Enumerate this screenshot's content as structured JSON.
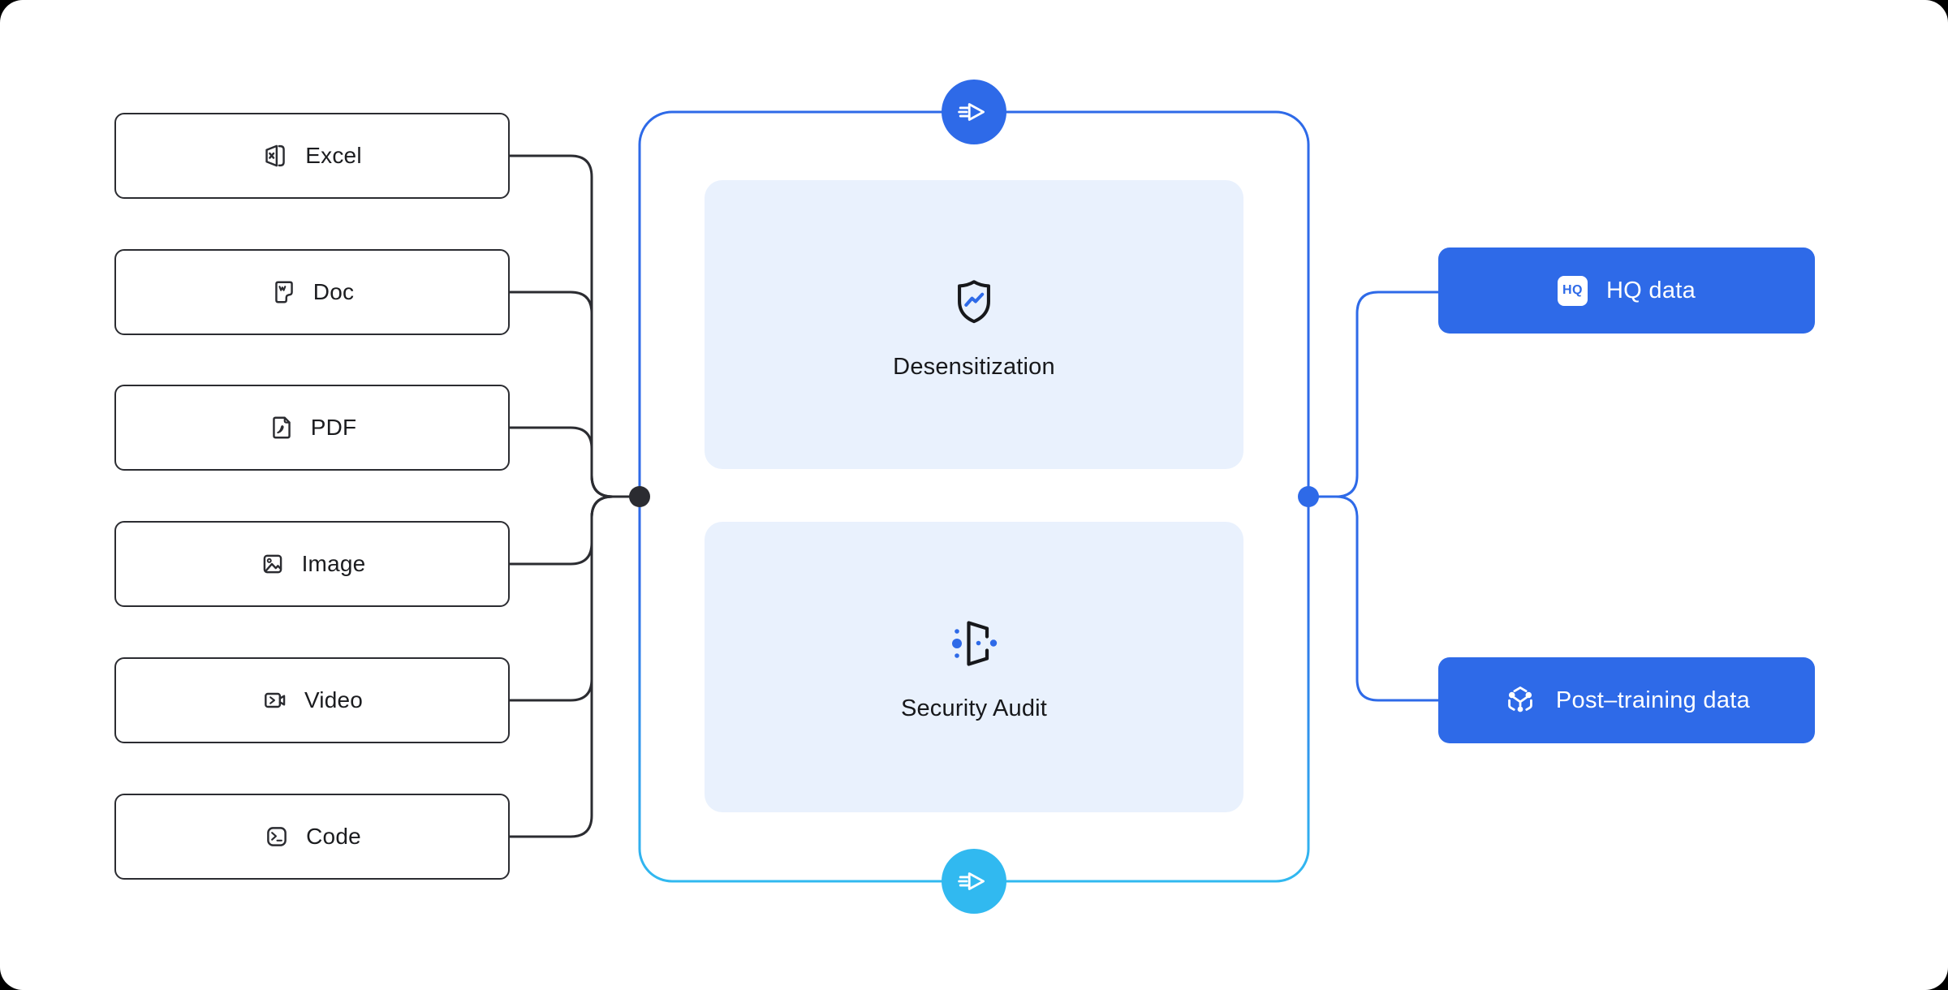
{
  "colors": {
    "accent_blue": "#2E6AE8",
    "accent_cyan": "#31B9F0",
    "wire_dark": "#2B2C31",
    "card_fill": "#E9F1FD",
    "text_dark": "#1B1C1F"
  },
  "sources": {
    "items": [
      {
        "label": "Excel",
        "icon": "excel-file-icon"
      },
      {
        "label": "Doc",
        "icon": "doc-file-icon"
      },
      {
        "label": "PDF",
        "icon": "pdf-file-icon"
      },
      {
        "label": "Image",
        "icon": "image-file-icon"
      },
      {
        "label": "Video",
        "icon": "video-file-icon"
      },
      {
        "label": "Code",
        "icon": "code-file-icon"
      }
    ]
  },
  "pipeline": {
    "input_badge_icon": "fast-forward-arrow-icon",
    "output_badge_icon": "fast-forward-arrow-icon",
    "stages": [
      {
        "label": "Desensitization",
        "icon": "shield-trend-icon"
      },
      {
        "label": "Security Audit",
        "icon": "door-scan-icon"
      }
    ]
  },
  "outputs": {
    "items": [
      {
        "label": "HQ data",
        "icon": "hq-badge-icon",
        "icon_text": "HQ"
      },
      {
        "label": "Post–training data",
        "icon": "network-cube-icon"
      }
    ]
  }
}
